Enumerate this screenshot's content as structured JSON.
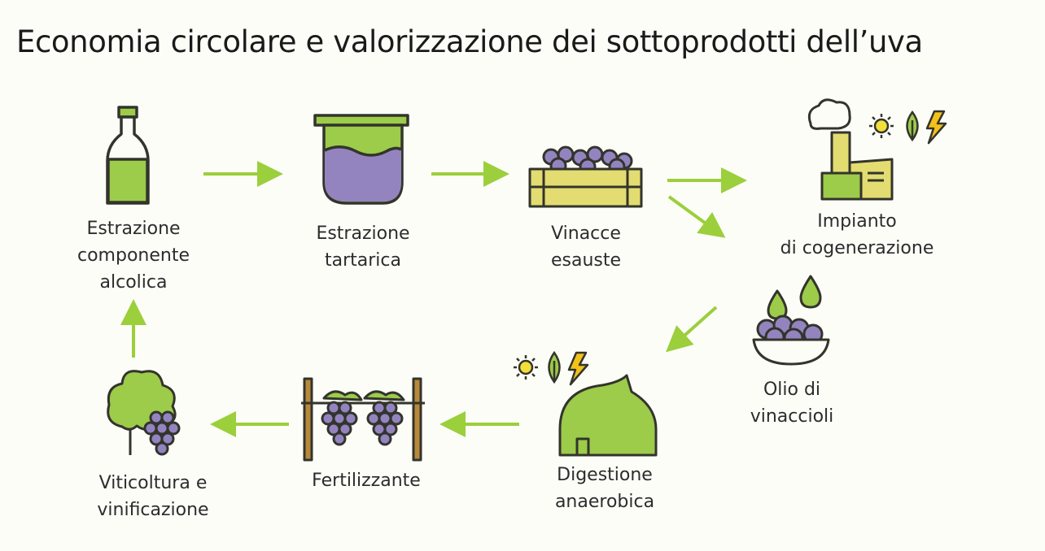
{
  "title": "Economia circolare e valorizzazione dei sottoprodotti dell’uva",
  "nodes": [
    {
      "label": "Estrazione\ncomponente\nalcolica",
      "icon": "bottle-icon"
    },
    {
      "label": "Estrazione\ntartarica",
      "icon": "tank-icon"
    },
    {
      "label": "Vinacce\nesauste",
      "icon": "grape-crate-icon"
    },
    {
      "label": "Impianto\ndi cogenerazione",
      "icon": "factory-icon"
    },
    {
      "label": "Olio di\nvinaccioli",
      "icon": "oil-bowl-icon"
    },
    {
      "label": "Digestione\nanaerobica",
      "icon": "digester-icon"
    },
    {
      "label": "Fertilizzante",
      "icon": "vine-trellis-icon"
    },
    {
      "label": "Viticoltura e\nvinificazione",
      "icon": "vineyard-tree-icon"
    }
  ],
  "colors": {
    "green": "#9dcb4a",
    "purple": "#9384c0",
    "yellow": "#e3dc70",
    "outline": "#33342c",
    "arrow": "#9bcf3c"
  }
}
